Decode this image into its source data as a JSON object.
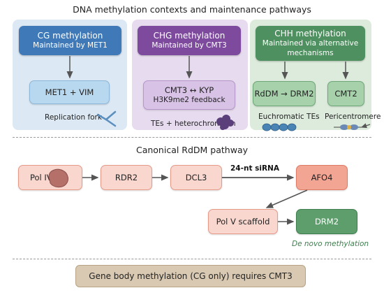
{
  "title": "DNA methylation contexts and maintenance pathways",
  "cg": {
    "header_title": "CG methylation",
    "header_sub": "Maintained by MET1",
    "box": "MET1 + VIM",
    "label": "Replication fork"
  },
  "chg": {
    "header_title": "CHG methylation",
    "header_sub": "Maintained by CMT3",
    "box_line1": "CMT3 ↔ KYP",
    "box_line2": "H3K9me2 feedback",
    "label": "TEs + heterochromatin"
  },
  "chh": {
    "header_title": "CHH methylation",
    "header_sub_line1": "Maintained via alternative",
    "header_sub_line2": "mechanisms",
    "box_left": "RdDM → DRM2",
    "box_right": "CMT2",
    "label_left": "Euchromatic TEs",
    "label_right": "Pericentromere"
  },
  "rddm": {
    "title": "Canonical RdDM pathway",
    "pol_iv": "Pol IV",
    "rdr2": "RDR2",
    "dcl3": "DCL3",
    "sirna_label": "24-nt siRNA",
    "afo4": "AFO4",
    "pol_v": "Pol V scaffold",
    "drm2": "DRM2",
    "de_novo": "De novo methylation"
  },
  "footer": "Gene body methylation (CG only) requires CMT3",
  "colors": {
    "cg_panel": "#dce8f4",
    "cg_header": "#3f79b8",
    "cg_box": "#b8d8ef",
    "chg_panel": "#e7dcef",
    "chg_header": "#7d4a9e",
    "chg_box": "#d8c3e6",
    "chh_panel": "#dcebdc",
    "chh_header": "#4f9060",
    "chh_box": "#a6d1ab",
    "rddm_light": "#f9d7cf",
    "rddm_dark": "#f3a594",
    "drm2": "#5e9e6c",
    "footer": "#d9c9b2"
  }
}
